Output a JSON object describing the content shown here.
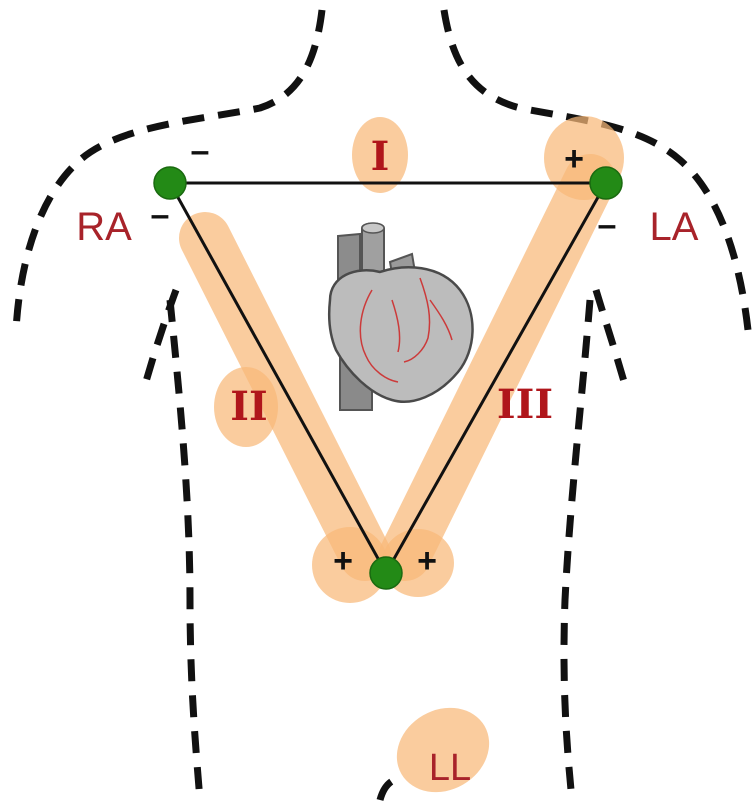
{
  "diagram": {
    "leads": {
      "lead_i": "I",
      "lead_ii": "II",
      "lead_iii": "III"
    },
    "limbs": {
      "right_arm": "RA",
      "left_arm": "LA",
      "left_leg": "LL"
    },
    "polarity": {
      "negative": "–",
      "positive": "+"
    },
    "colors": {
      "electrode": "#238a16",
      "lead_highlight": "#f8b878",
      "label": "#b0161b",
      "outline": "#111111"
    },
    "icons": {
      "heart": "heart-icon"
    }
  }
}
